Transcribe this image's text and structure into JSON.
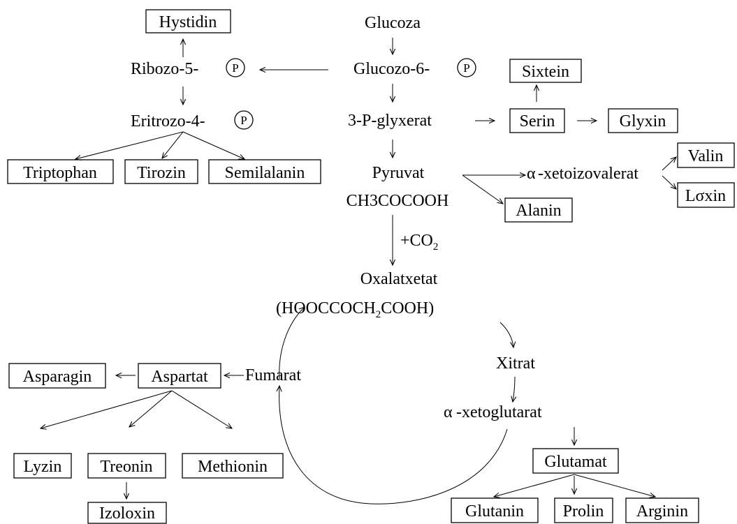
{
  "nodes": {
    "glucoza": "Glucoza",
    "glucozo6p": "Glucozo-6-",
    "ribozo5p": "Ribozo-5-",
    "eritrozo4p": "Eritrozo-4-",
    "phosphate_symbol": "P",
    "hystidin": "Hystidin",
    "triptophan": "Triptophan",
    "tirozin": "Tirozin",
    "semilalanin": "Semilalanin",
    "glyxerat": "3-P-glyxerat",
    "serin": "Serin",
    "sixtein": "Sixtein",
    "glyxin": "Glyxin",
    "pyruvat": "Pyruvat",
    "pyruvat_formula": "CH3COCOOH",
    "alanin": "Alanin",
    "alpha_symbol": "α",
    "xetoizovalerat": "-xetoizovalerat",
    "valin": "Valin",
    "loxin": "Lσxin",
    "co2_label": "+CO",
    "co2_sub": "2",
    "oxalatxetat": "Oxalatxetat",
    "oxalo_formula_a": "(HOOCCOCH",
    "oxalo_formula_sub": "2",
    "oxalo_formula_b": "COOH)",
    "xitrat": "Xitrat",
    "xetoglutarat": "-xetoglutarat",
    "glutamat": "Glutamat",
    "glutanin": "Glutanin",
    "prolin": "Prolin",
    "arginin": "Arginin",
    "fumarat": "Fumarat",
    "aspartat": "Aspartat",
    "asparagin": "Asparagin",
    "lyzin": "Lyzin",
    "treonin": "Treonin",
    "methionin": "Methionin",
    "izoloxin": "Izoloxin"
  }
}
